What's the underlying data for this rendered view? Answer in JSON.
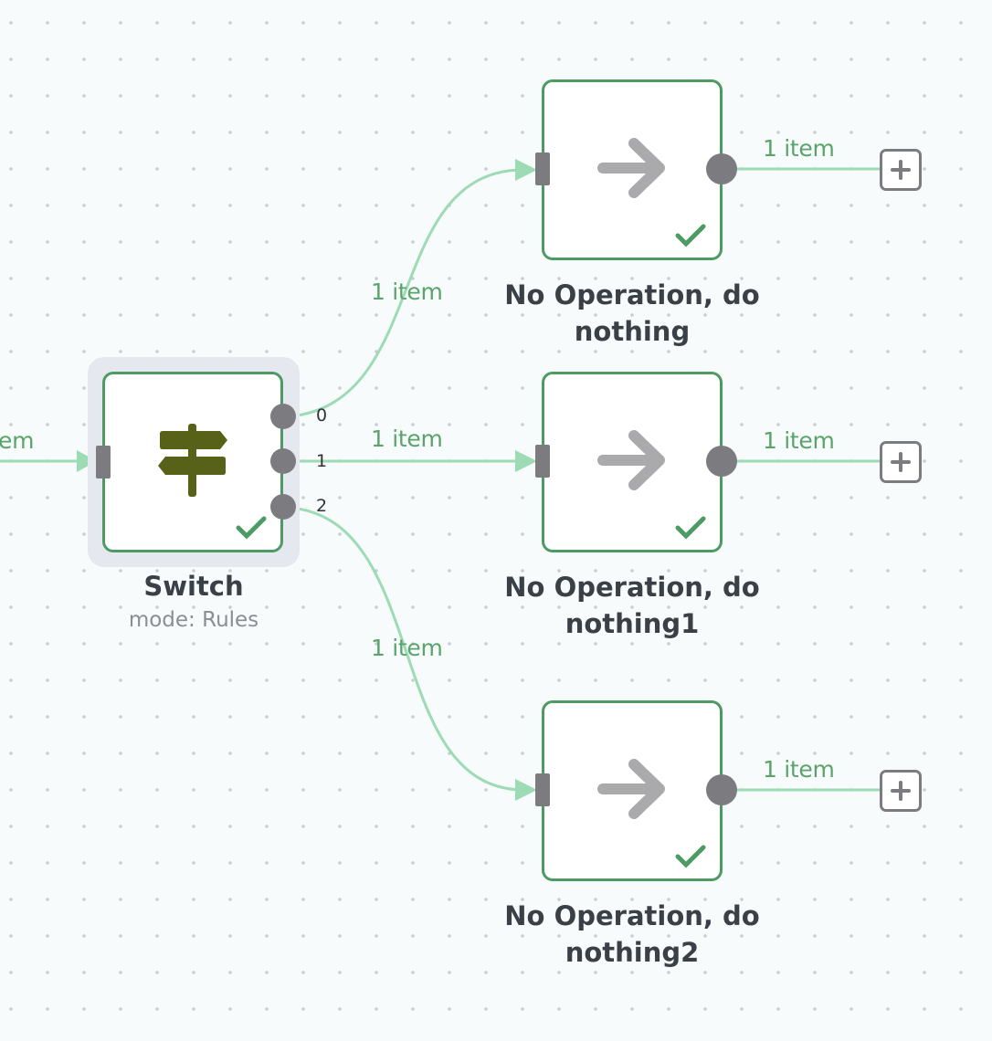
{
  "colors": {
    "edge": "#9ddbb5",
    "node_border": "#4d9a63",
    "handle": "#7c7c80",
    "label": "#5aa46c",
    "switch_icon": "#576218"
  },
  "incoming_edge_label_fragment": "em",
  "switch": {
    "title": "Switch",
    "subtitle": "mode: Rules",
    "icon": "signpost-icon",
    "status": "success-check-icon",
    "outputs": [
      "0",
      "1",
      "2"
    ]
  },
  "edges": [
    {
      "from": "Switch:0",
      "to": "No Operation, do nothing",
      "label": "1 item"
    },
    {
      "from": "Switch:1",
      "to": "No Operation, do nothing1",
      "label": "1 item"
    },
    {
      "from": "Switch:2",
      "to": "No Operation, do nothing2",
      "label": "1 item"
    }
  ],
  "noop_nodes": [
    {
      "title_line1": "No Operation, do",
      "title_line2": "nothing",
      "icon": "arrow-right-icon",
      "status": "success-check-icon",
      "output_label": "1 item"
    },
    {
      "title_line1": "No Operation, do",
      "title_line2": "nothing1",
      "icon": "arrow-right-icon",
      "status": "success-check-icon",
      "output_label": "1 item"
    },
    {
      "title_line1": "No Operation, do",
      "title_line2": "nothing2",
      "icon": "arrow-right-icon",
      "status": "success-check-icon",
      "output_label": "1 item"
    }
  ],
  "add_node_button": {
    "icon": "plus-icon"
  }
}
